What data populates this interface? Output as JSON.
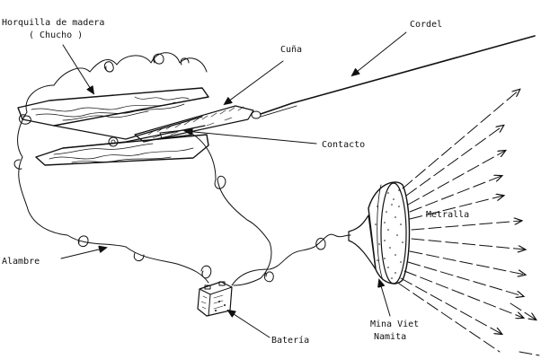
{
  "labels": {
    "horquilla_line1": "Horquilla de madera",
    "horquilla_line2": "( Chucho )",
    "cuna": "Cuña",
    "cordel": "Cordel",
    "contacto": "Contacto",
    "metralla": "Metralla",
    "alambre": "Alambre",
    "bateria": "Batería",
    "mina_line1": "Mina Viet",
    "mina_line2": "Namita"
  },
  "colors": {
    "ink": "#111111",
    "paper": "#ffffff"
  }
}
